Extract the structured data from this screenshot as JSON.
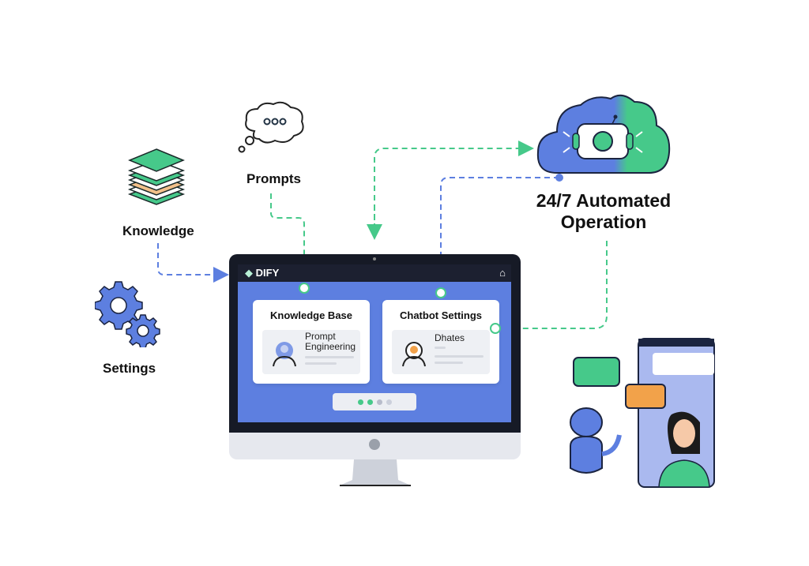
{
  "labels": {
    "knowledge": "Knowledge",
    "prompts": "Prompts",
    "settings": "Settings",
    "automated_line1": "24/7 Automated",
    "automated_line2": "Operation"
  },
  "app": {
    "brand": "DIFY",
    "home_icon": "⌂",
    "cards": [
      {
        "title": "Knowledge Base",
        "inner_text_line1": "Prompt",
        "inner_text_line2": "Engineering"
      },
      {
        "title": "Chatbot Settings",
        "inner_text_line1": "Dhates",
        "inner_text_line2": ""
      }
    ],
    "pager": {
      "total": 4,
      "active": 2
    }
  },
  "colors": {
    "blue": "#5d7fe0",
    "green": "#46c98a",
    "orange": "#f2a24a",
    "dark": "#161a26"
  }
}
